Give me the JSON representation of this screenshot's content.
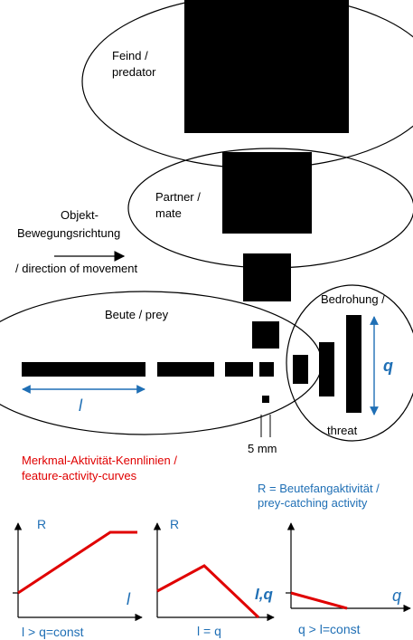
{
  "labels": {
    "predator_1": "Feind /",
    "predator_2": "predator",
    "mate_1": "Partner /",
    "mate_2": "mate",
    "movement_1": "Objekt-",
    "movement_2": "Bewegungsrichtung",
    "movement_3": "/ direction of movement",
    "prey": "Beute / prey",
    "threat_1": "Bedrohung /",
    "threat_2": "threat",
    "l_symbol": "l",
    "q_symbol": "q",
    "scale": "5 mm"
  },
  "curves_heading": {
    "line1": "Merkmal-Aktivität-Kennlinien /",
    "line2": "feature-activity-curves"
  },
  "activity_heading": {
    "line1": "R = Beutefangaktivität /",
    "line2": "prey-catching activity"
  },
  "graphs": [
    {
      "y_label": "R",
      "x_label": "l",
      "caption": "l > q=const"
    },
    {
      "y_label": "R",
      "x_label": "l,q",
      "caption": "l = q"
    },
    {
      "y_label": "",
      "x_label": "q",
      "caption": "q > l=const"
    }
  ],
  "colors": {
    "curve": "#e00000",
    "accent": "#1f6fb5",
    "shape": "#000000"
  }
}
